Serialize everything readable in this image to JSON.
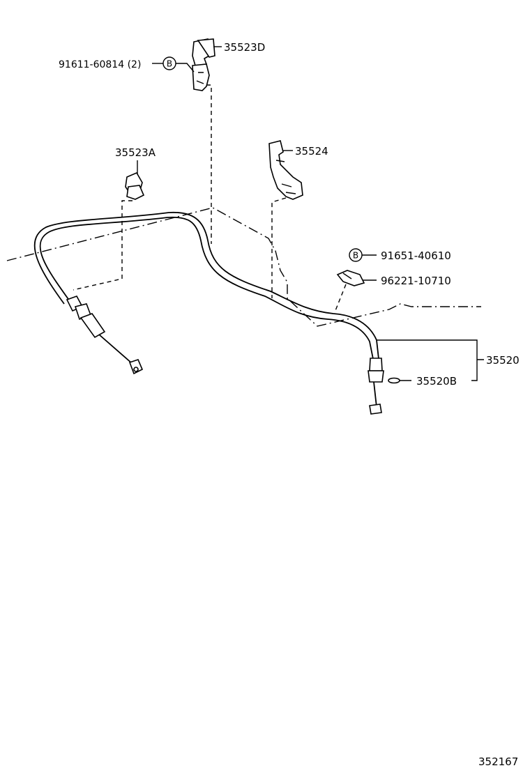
{
  "labels": {
    "part_35523D": "35523D",
    "part_91611": "91611-60814 (2)",
    "part_35523A": "35523A",
    "part_35524": "35524",
    "part_91651": "91651-40610",
    "part_96221": "96221-10710",
    "part_35520": "35520",
    "part_35520B": "35520B",
    "ref_B_1": "B",
    "ref_B_2": "B",
    "diagram_number": "352167"
  }
}
